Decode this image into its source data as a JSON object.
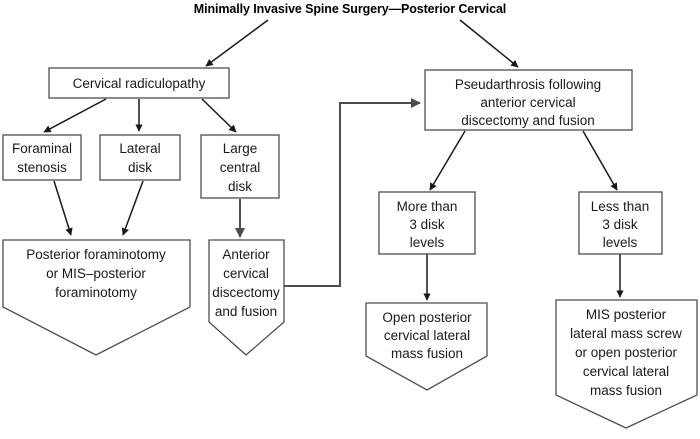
{
  "figure": {
    "title": "Minimally Invasive Spine Surgery—Posterior Cervical",
    "type": "flowchart",
    "colors": {
      "background": "#ffffff",
      "box_border": "#4d4d4d",
      "text": "#1a1a1a",
      "connector": "#1a1a1a"
    }
  },
  "nodes": {
    "cervical_radiculopathy": {
      "label": "Cervical radiculopathy",
      "lines": [
        "Cervical radiculopathy"
      ],
      "shape": "rectangle"
    },
    "foraminal_stenosis": {
      "label": "Foraminal stenosis",
      "lines": [
        "Foraminal",
        "stenosis"
      ],
      "shape": "rectangle"
    },
    "lateral_disk": {
      "label": "Lateral disk",
      "lines": [
        "Lateral",
        "disk"
      ],
      "shape": "rectangle"
    },
    "large_central_disk": {
      "label": "Large central disk",
      "lines": [
        "Large",
        "central",
        "disk"
      ],
      "shape": "rectangle"
    },
    "posterior_foraminotomy": {
      "label": "Posterior foraminotomy or MIS–posterior foraminotomy",
      "lines": [
        "Posterior foraminotomy",
        "or MIS–posterior",
        "foraminotomy"
      ],
      "shape": "pentagon"
    },
    "anterior_cervical_discectomy": {
      "label": "Anterior cervical discectomy and fusion",
      "lines": [
        "Anterior",
        "cervical",
        "discectomy",
        "and fusion"
      ],
      "shape": "pentagon"
    },
    "pseudarthrosis": {
      "label": "Pseudarthrosis following anterior cervical discectomy and fusion",
      "lines": [
        "Pseudarthrosis following",
        "anterior cervical",
        "discectomy and fusion"
      ],
      "shape": "rectangle"
    },
    "more_than_3": {
      "label": "More than 3 disk levels",
      "lines": [
        "More than",
        "3 disk",
        "levels"
      ],
      "shape": "rectangle"
    },
    "less_than_3": {
      "label": "Less than 3 disk levels",
      "lines": [
        "Less than",
        "3 disk",
        "levels"
      ],
      "shape": "rectangle"
    },
    "open_posterior_fusion": {
      "label": "Open posterior cervical lateral mass fusion",
      "lines": [
        "Open posterior",
        "cervical lateral",
        "mass fusion"
      ],
      "shape": "pentagon"
    },
    "mis_posterior_fusion": {
      "label": "MIS posterior lateral mass screw or open posterior cervical lateral mass fusion",
      "lines": [
        "MIS posterior",
        "lateral mass screw",
        "or open posterior",
        "cervical lateral",
        "mass fusion"
      ],
      "shape": "pentagon"
    }
  },
  "edges": [
    {
      "from": "title",
      "to": "cervical_radiculopathy",
      "style": "arrow"
    },
    {
      "from": "title",
      "to": "pseudarthrosis",
      "style": "arrow"
    },
    {
      "from": "cervical_radiculopathy",
      "to": "foraminal_stenosis",
      "style": "arrow"
    },
    {
      "from": "cervical_radiculopathy",
      "to": "lateral_disk",
      "style": "arrow"
    },
    {
      "from": "cervical_radiculopathy",
      "to": "large_central_disk",
      "style": "arrow"
    },
    {
      "from": "foraminal_stenosis",
      "to": "posterior_foraminotomy",
      "style": "arrow"
    },
    {
      "from": "lateral_disk",
      "to": "posterior_foraminotomy",
      "style": "arrow"
    },
    {
      "from": "large_central_disk",
      "to": "anterior_cervical_discectomy",
      "style": "arrow"
    },
    {
      "from": "anterior_cervical_discectomy",
      "to": "pseudarthrosis",
      "style": "elbow-arrow"
    },
    {
      "from": "pseudarthrosis",
      "to": "more_than_3",
      "style": "arrow"
    },
    {
      "from": "pseudarthrosis",
      "to": "less_than_3",
      "style": "arrow"
    },
    {
      "from": "more_than_3",
      "to": "open_posterior_fusion",
      "style": "arrow"
    },
    {
      "from": "less_than_3",
      "to": "mis_posterior_fusion",
      "style": "arrow"
    }
  ]
}
